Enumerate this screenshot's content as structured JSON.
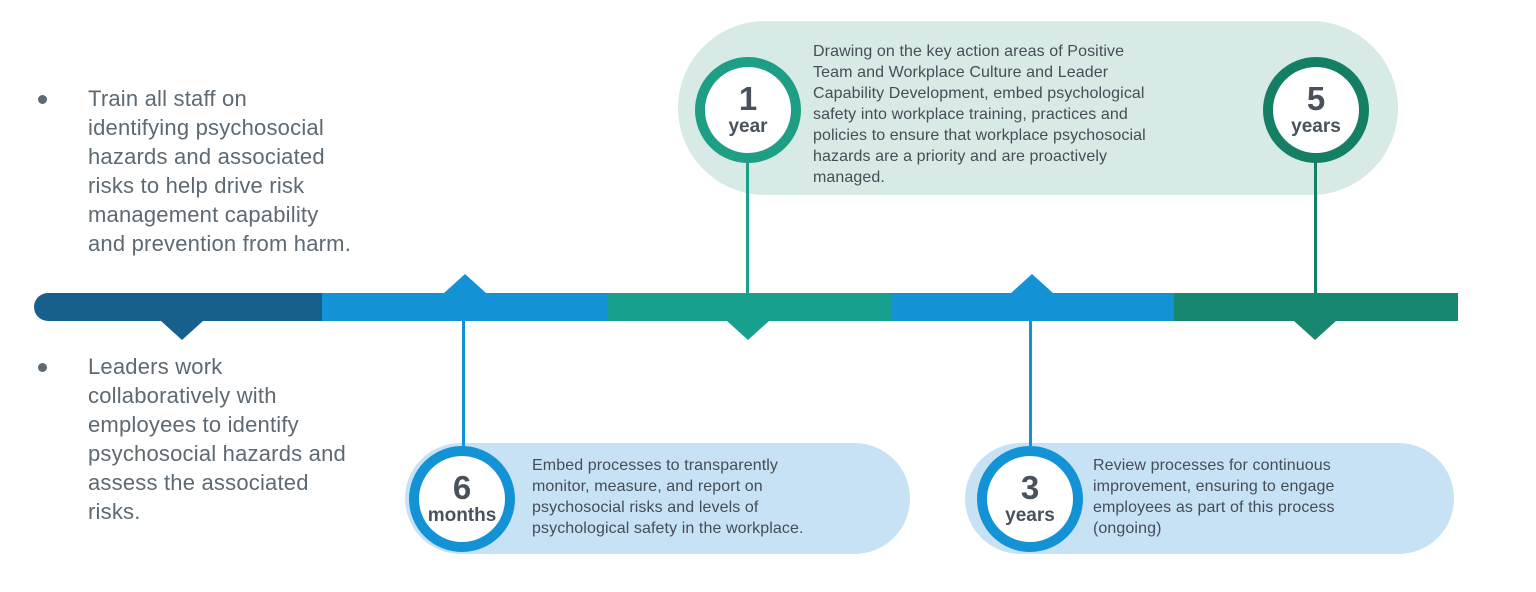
{
  "bullets": [
    {
      "label": "Train all staff on\nidentifying psychosocial\nhazards and associated\nrisks to help drive risk\nmanagement capability\nand prevention from harm."
    },
    {
      "label": "Leaders work\ncollaboratively with\nemployees to identify\npsychosocial hazards and\nassess the associated\nrisks."
    }
  ],
  "milestones": [
    {
      "id": "6-months",
      "value": "6",
      "unit": "months",
      "position": "below",
      "accent_color": "#1492D6",
      "description": "Embed processes to transparently\nmonitor, measure, and report on\npsychosocial risks and levels of\npsychological safety in the workplace."
    },
    {
      "id": "1-year",
      "value": "1",
      "unit": "year",
      "position": "above",
      "accent_color": "#1E9E85",
      "description": "Drawing on the key action areas of Positive\nTeam and Workplace Culture and Leader\nCapability Development, embed psychological\nsafety into workplace training, practices and\npolicies to ensure that workplace psychosocial\nhazards are a priority and are proactively\nmanaged."
    },
    {
      "id": "3-years",
      "value": "3",
      "unit": "years",
      "position": "below",
      "accent_color": "#1492D6",
      "description": "Review processes for continuous\nimprovement, ensuring to engage\nemployees as part of this process\n(ongoing)"
    },
    {
      "id": "5-years",
      "value": "5",
      "unit": "years",
      "position": "above",
      "accent_color": "#157F66"
    }
  ],
  "timeline": {
    "segment_colors": [
      "#17608E",
      "#1492D6",
      "#16A08D",
      "#1492D6",
      "#178770"
    ],
    "bubble_colors": {
      "above": "#D8EAE6",
      "below": "#C7E2F5"
    },
    "text_colors": {
      "bullets": "#5D6973",
      "bubbles": "#454D56",
      "circles": "#49525C"
    }
  }
}
